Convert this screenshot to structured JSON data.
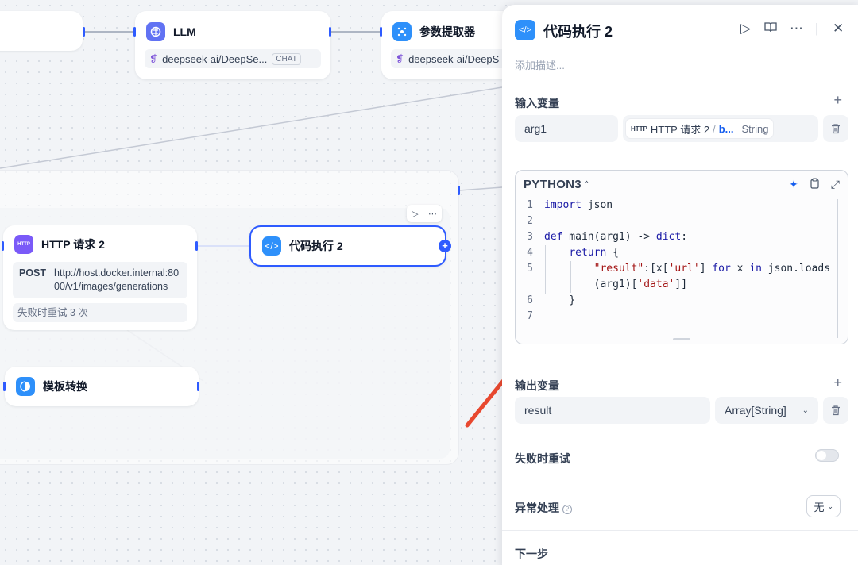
{
  "colors": {
    "accent": "#2e5bff",
    "arrow": "#e8482f",
    "code_icon": "#2e90fa",
    "llm_icon": "#6172f3",
    "http_icon": "#7a5af8"
  },
  "canvas": {
    "llm_node": {
      "title": "LLM",
      "model": "deepseek-ai/DeepSe...",
      "tag": "CHAT",
      "icon": "brain-icon"
    },
    "param_node": {
      "title": "参数提取器",
      "model": "deepseek-ai/DeepS",
      "icon": "grid-icon"
    },
    "http_node": {
      "title": "HTTP 请求 2",
      "icon_text": "HTTP",
      "method": "POST",
      "url": "http://host.docker.internal:8000/v1/images/generations",
      "retry": "失败时重试 3 次"
    },
    "code_node": {
      "title": "代码执行 2",
      "icon": "code-icon"
    },
    "template_node": {
      "title": "模板转换",
      "icon": "template-icon"
    }
  },
  "panel": {
    "title": "代码执行 2",
    "description_placeholder": "添加描述...",
    "input_section": "输入变量",
    "inputs": [
      {
        "name": "arg1",
        "source_icon": "HTTP",
        "source_node": "HTTP 请求 2",
        "source_var": "b...",
        "type": "String"
      }
    ],
    "code": {
      "language": "PYTHON3",
      "lines": [
        {
          "no": "1",
          "text": "import json"
        },
        {
          "no": "2",
          "text": ""
        },
        {
          "no": "3",
          "text": "def main(arg1) -> dict:"
        },
        {
          "no": "4",
          "text": "    return {"
        },
        {
          "no": "5",
          "text": "        \"result\":[x['url'] for x in json.loads"
        },
        {
          "no": "",
          "text": "        (arg1)['data']]"
        },
        {
          "no": "6",
          "text": "    }"
        },
        {
          "no": "7",
          "text": ""
        }
      ]
    },
    "output_section": "输出变量",
    "outputs": [
      {
        "name": "result",
        "type": "Array[String]"
      }
    ],
    "retry_label": "失败时重试",
    "retry_enabled": false,
    "error_label": "异常处理",
    "error_value": "无",
    "next_step_label": "下一步"
  }
}
